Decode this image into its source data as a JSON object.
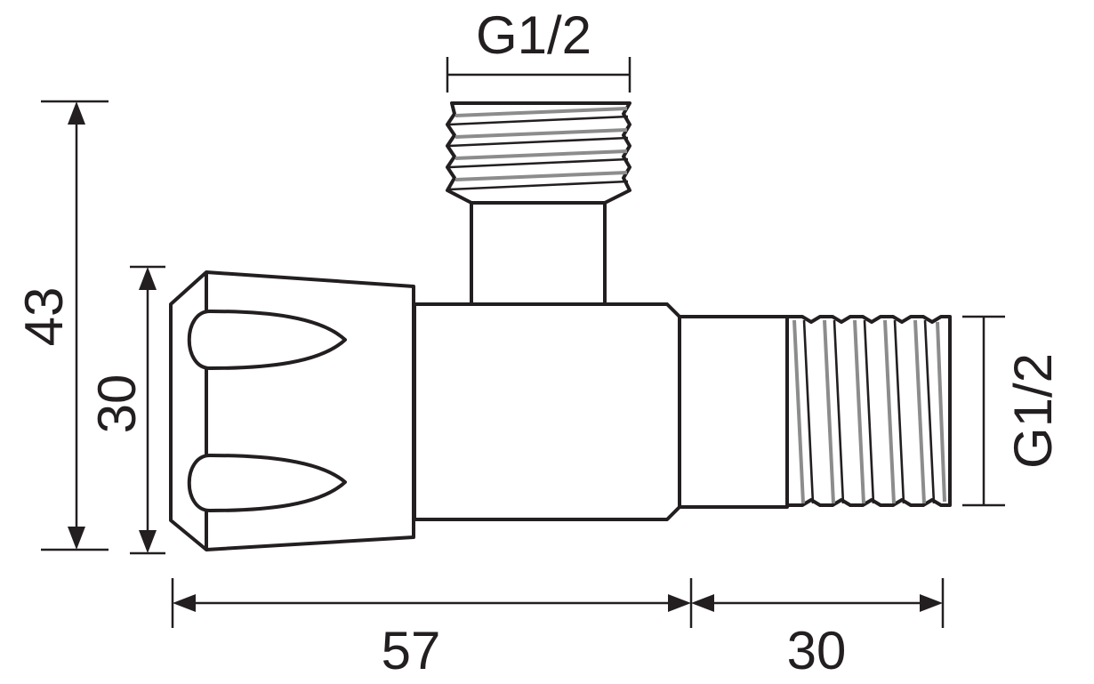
{
  "dimensions": {
    "overall_height": "43",
    "knob_height": "30",
    "length_body": "57",
    "length_outlet": "30",
    "thread_top": "G1/2",
    "thread_right": "G1/2"
  },
  "colors": {
    "line": "#231f20",
    "thread_shade": "#8c8c8c",
    "background": "#ffffff"
  }
}
